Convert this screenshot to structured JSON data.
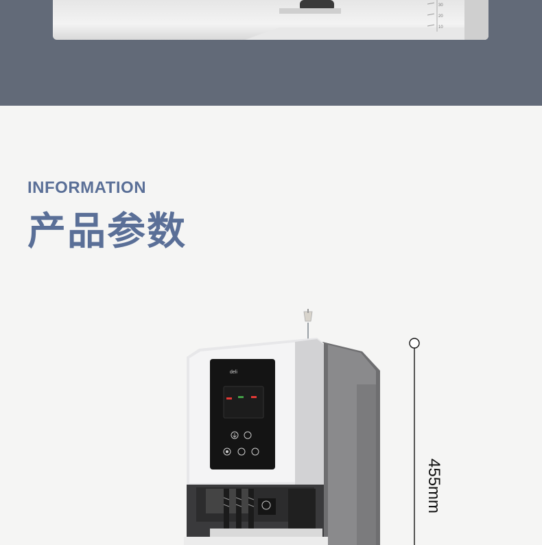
{
  "section": {
    "eyebrow": "INFORMATION",
    "title": "产品参数"
  },
  "dimension": {
    "label": "455mm"
  },
  "product": {
    "brand_logo": "deli",
    "panel_labels": [
      "",
      "",
      "",
      "",
      "",
      "",
      "",
      ""
    ]
  },
  "top_photo": {
    "scale_ticks": [
      "30",
      "20",
      "10"
    ]
  },
  "colors": {
    "band": "#626a78",
    "accent": "#5a6f97",
    "background": "#f5f5f4"
  }
}
